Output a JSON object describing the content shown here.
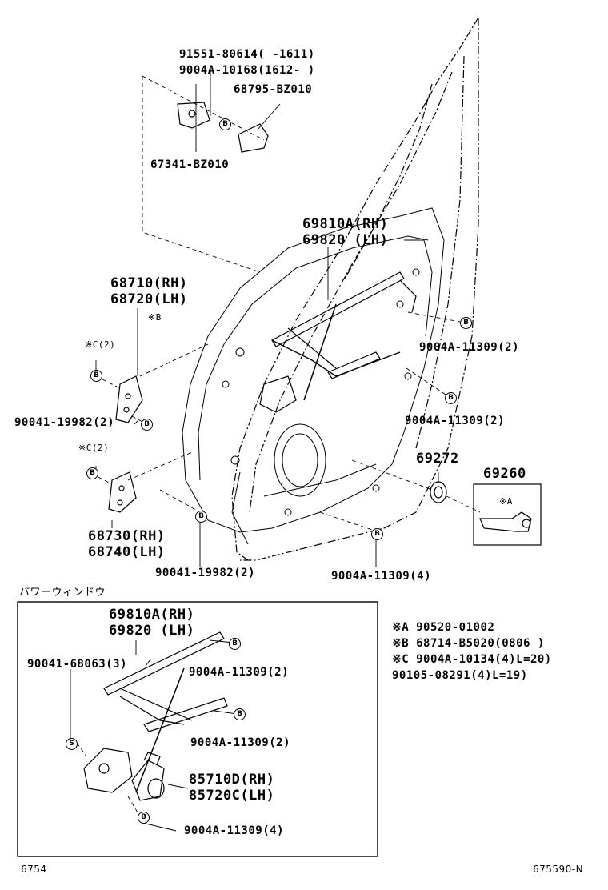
{
  "header_labels": {
    "p91551": "91551-80614(    -1611)",
    "p9004a_10168": "9004A-10168(1612-    )",
    "p68795": "68795-BZ010",
    "p67341": "67341-BZ010"
  },
  "upper_labels": {
    "regulator_rh": "69810A(RH)",
    "regulator_lh": "69820  (LH)",
    "hinge_up_rh": "68710(RH)",
    "hinge_up_lh": "68720(LH)",
    "note_b_ref": "※B",
    "note_c_ref_1": "※C(2)",
    "bolt_hinge_up": "90041-19982(2)",
    "bolt_right_1": "9004A-11309(2)",
    "bolt_right_2": "9004A-11309(2)",
    "note_c_ref_2": "※C(2)",
    "part_69272": "69272",
    "part_69260": "69260",
    "note_a_ref": "※A",
    "hinge_lo_rh": "68730(RH)",
    "hinge_lo_lh": "68740(LH)",
    "bolt_hinge_lo": "90041-19982(2)",
    "bolt_bottom": "9004A-11309(4)"
  },
  "power_window": {
    "title": "パワーウィンドウ",
    "regulator_rh": "69810A(RH)",
    "regulator_lh": "69820  (LH)",
    "screw": "90041-68063(3)",
    "bolt_1": "9004A-11309(2)",
    "bolt_2": "9004A-11309(2)",
    "motor_rh": "85710D(RH)",
    "motor_lh": "85720C(LH)",
    "bolt_3": "9004A-11309(4)"
  },
  "notes": {
    "a": "※A  90520-01002",
    "b": "※B  68714-B5020(0806      )",
    "c": "※C  9004A-10134(4)L=20)",
    "c2": "     90105-08291(4)L=19)"
  },
  "marks": {
    "b": "B",
    "s": "S"
  },
  "footer": {
    "left": "6754",
    "right": "675590-N"
  }
}
